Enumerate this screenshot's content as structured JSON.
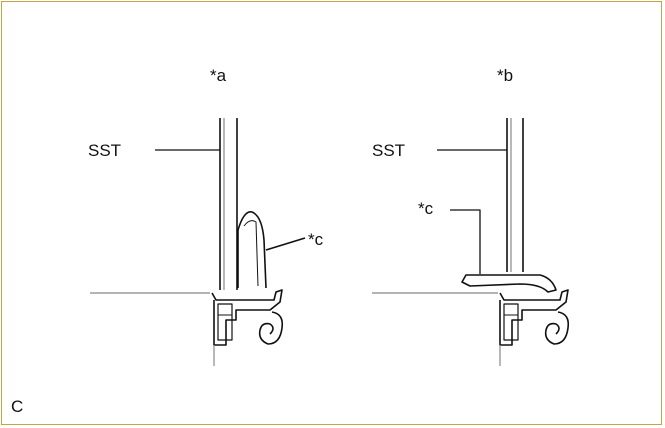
{
  "diagram": {
    "label_a": "*a",
    "label_b": "*b",
    "left_sst": "SST",
    "right_sst": "SST",
    "left_c": "*c",
    "right_c": "*c",
    "corner": "C"
  },
  "colors": {
    "border": "#c8a24a",
    "line": "#111111",
    "surface": "#888888"
  }
}
